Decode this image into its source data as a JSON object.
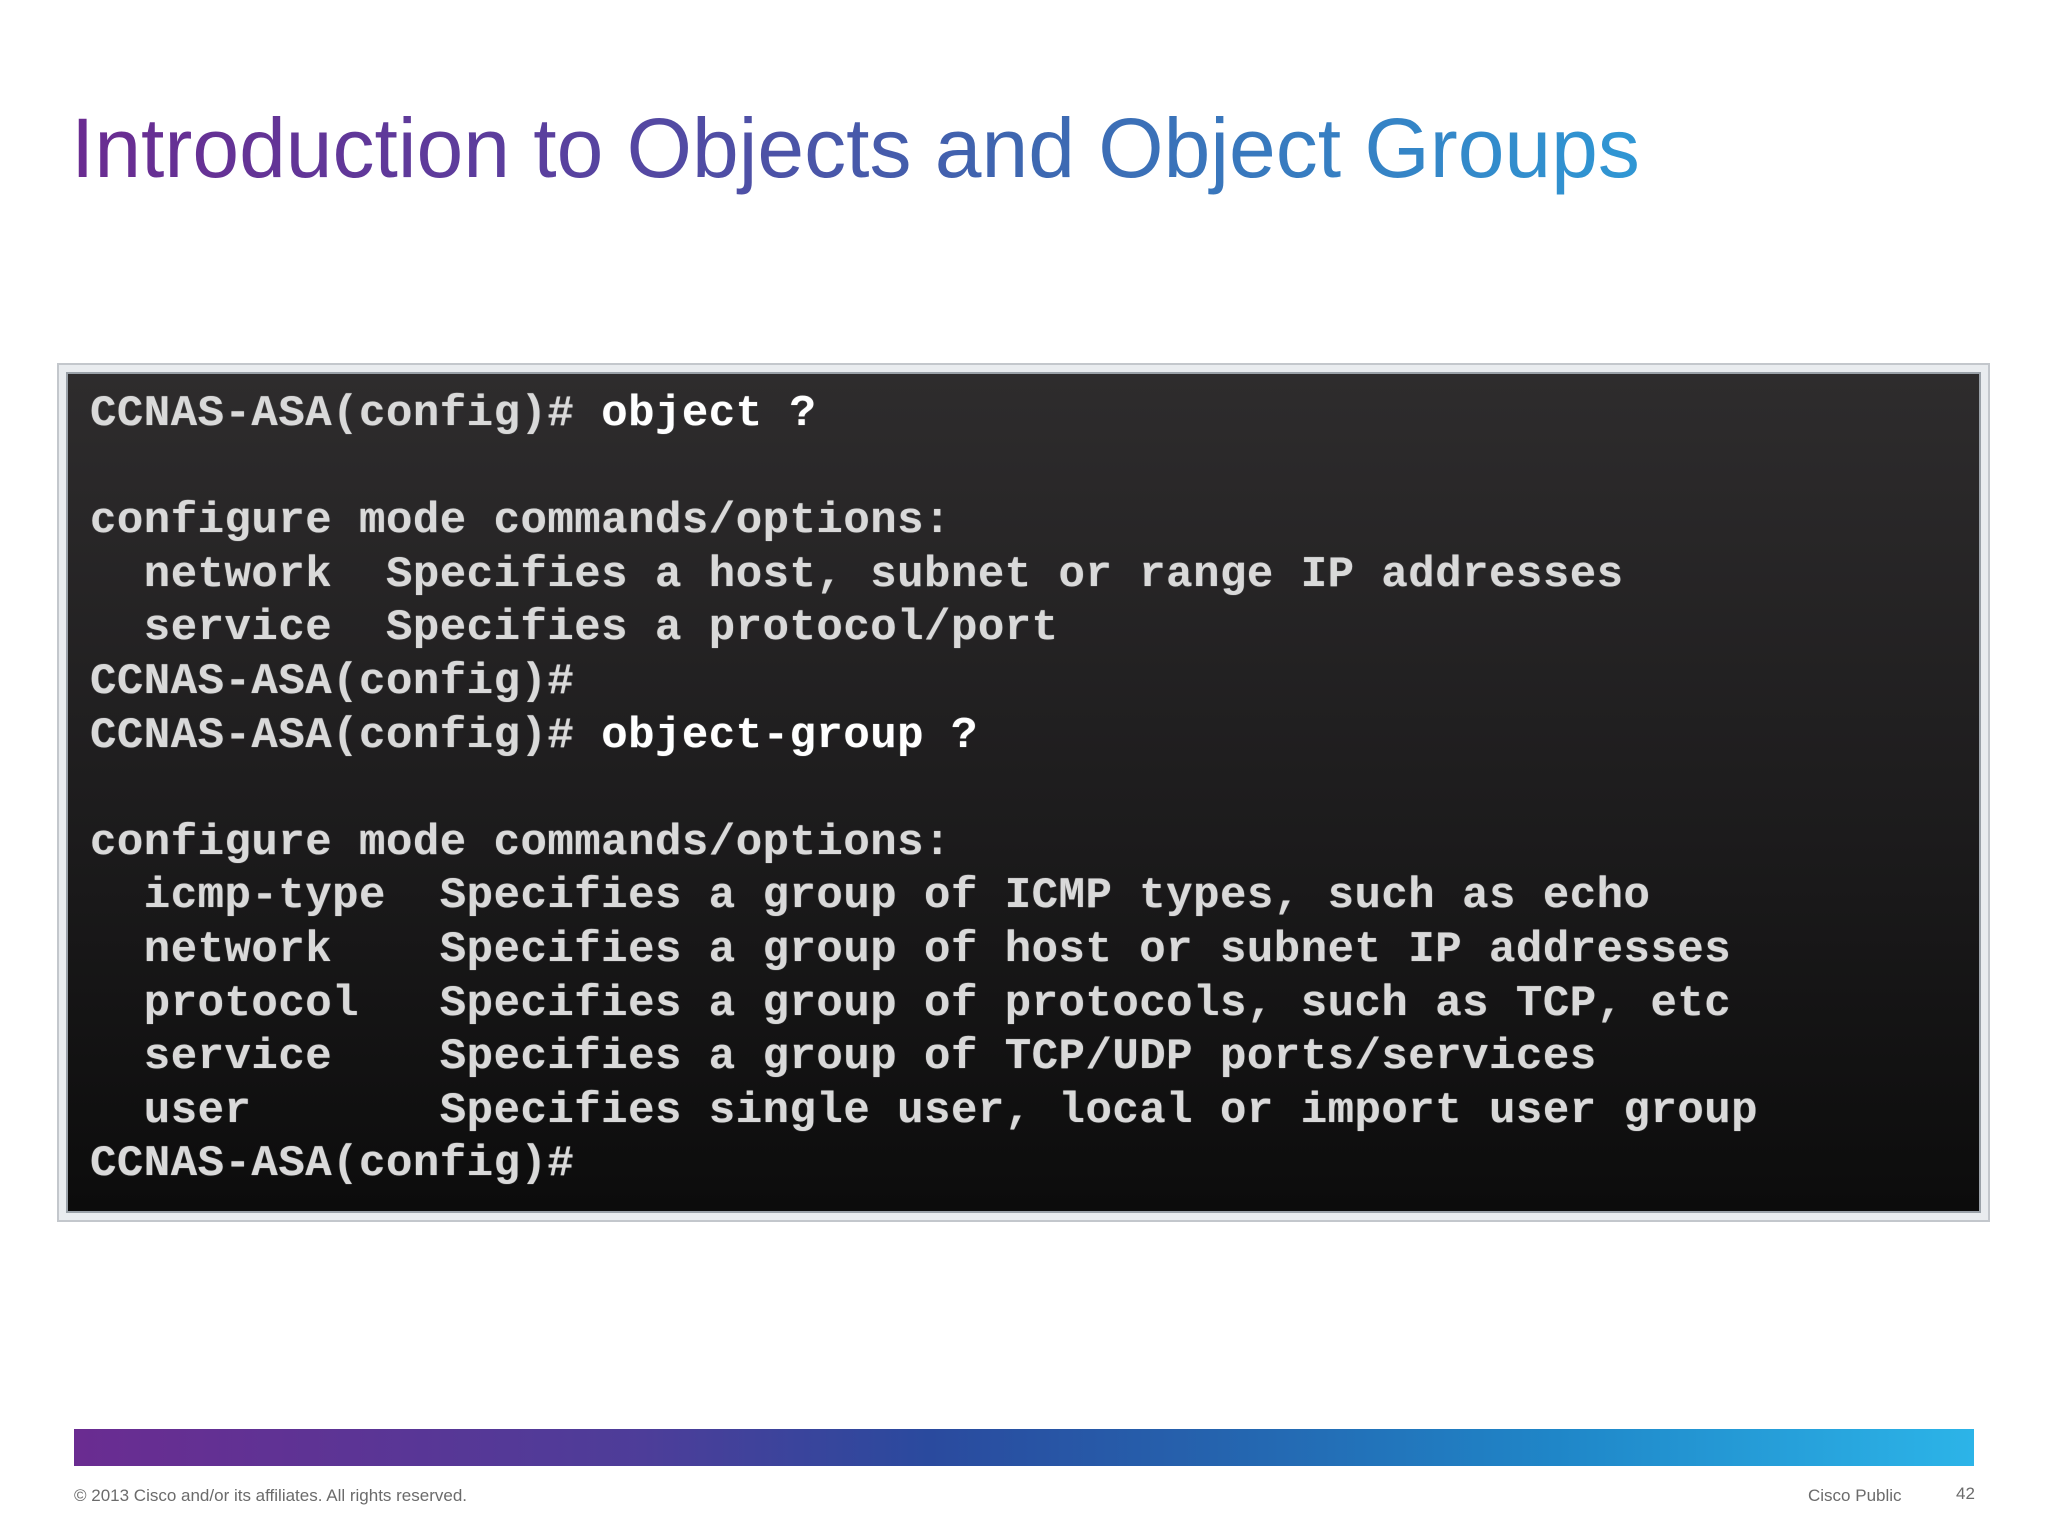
{
  "slide": {
    "title": "Introduction to Objects and Object Groups"
  },
  "terminal": {
    "lines": [
      {
        "prompt": "CCNAS-ASA(config)# ",
        "command": "object ?"
      },
      {
        "text": ""
      },
      {
        "text": "configure mode commands/options:"
      },
      {
        "text": "  network  Specifies a host, subnet or range IP addresses"
      },
      {
        "text": "  service  Specifies a protocol/port"
      },
      {
        "text": "CCNAS-ASA(config)#"
      },
      {
        "prompt": "CCNAS-ASA(config)# ",
        "command": "object-group ?"
      },
      {
        "text": ""
      },
      {
        "text": "configure mode commands/options:"
      },
      {
        "text": "  icmp-type  Specifies a group of ICMP types, such as echo"
      },
      {
        "text": "  network    Specifies a group of host or subnet IP addresses"
      },
      {
        "text": "  protocol   Specifies a group of protocols, such as TCP, etc"
      },
      {
        "text": "  service    Specifies a group of TCP/UDP ports/services"
      },
      {
        "text": "  user       Specifies single user, local or import user group"
      },
      {
        "text": "CCNAS-ASA(config)#"
      }
    ]
  },
  "footer": {
    "copyright": "© 2013 Cisco and/or its affiliates. All rights reserved.",
    "classification": "Cisco Public",
    "page_number": "42"
  },
  "colors": {
    "title_gradient_start": "#6a2c91",
    "title_gradient_end": "#2f97d4",
    "terminal_background": "#1c1b1c",
    "terminal_text": "#d9d9d9",
    "footer_bar_start": "#6a2c91",
    "footer_bar_end": "#2cb4e8"
  }
}
